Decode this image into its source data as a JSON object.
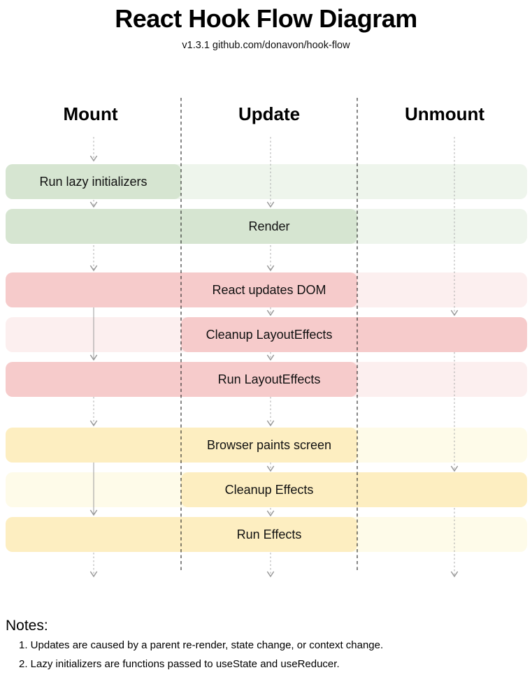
{
  "header": {
    "title": "React Hook Flow Diagram",
    "subtitle": "v1.3.1 github.com/donavon/hook-flow"
  },
  "columns": [
    {
      "label": "Mount"
    },
    {
      "label": "Update"
    },
    {
      "label": "Unmount"
    }
  ],
  "rows": [
    {
      "label": "Run lazy initializers",
      "color_group": "green",
      "runs_in": [
        "mount"
      ]
    },
    {
      "label": "Render",
      "color_group": "green",
      "runs_in": [
        "mount",
        "update"
      ]
    },
    {
      "label": "React updates DOM",
      "color_group": "red",
      "runs_in": [
        "mount",
        "update"
      ]
    },
    {
      "label": "Cleanup LayoutEffects",
      "color_group": "red",
      "runs_in": [
        "update",
        "unmount"
      ]
    },
    {
      "label": "Run LayoutEffects",
      "color_group": "red",
      "runs_in": [
        "mount",
        "update"
      ]
    },
    {
      "label": "Browser paints screen",
      "color_group": "yellow",
      "runs_in": [
        "mount",
        "update"
      ]
    },
    {
      "label": "Cleanup Effects",
      "color_group": "yellow",
      "runs_in": [
        "update",
        "unmount"
      ]
    },
    {
      "label": "Run Effects",
      "color_group": "yellow",
      "runs_in": [
        "mount",
        "update"
      ]
    }
  ],
  "notes": {
    "heading": "Notes:",
    "items": [
      "1. Updates are caused by a parent re-render, state change, or context change.",
      "2. Lazy initializers are functions passed to useState and useReducer."
    ]
  },
  "colors": {
    "green_dark": "#d6e5d1",
    "green_light": "#eef5ec",
    "red_dark": "#f6cbcb",
    "red_light": "#fcefef",
    "yellow_dark": "#fdeec1",
    "yellow_light": "#fefbe9",
    "separator_line": "#222222",
    "arrow_line": "#ababab"
  }
}
